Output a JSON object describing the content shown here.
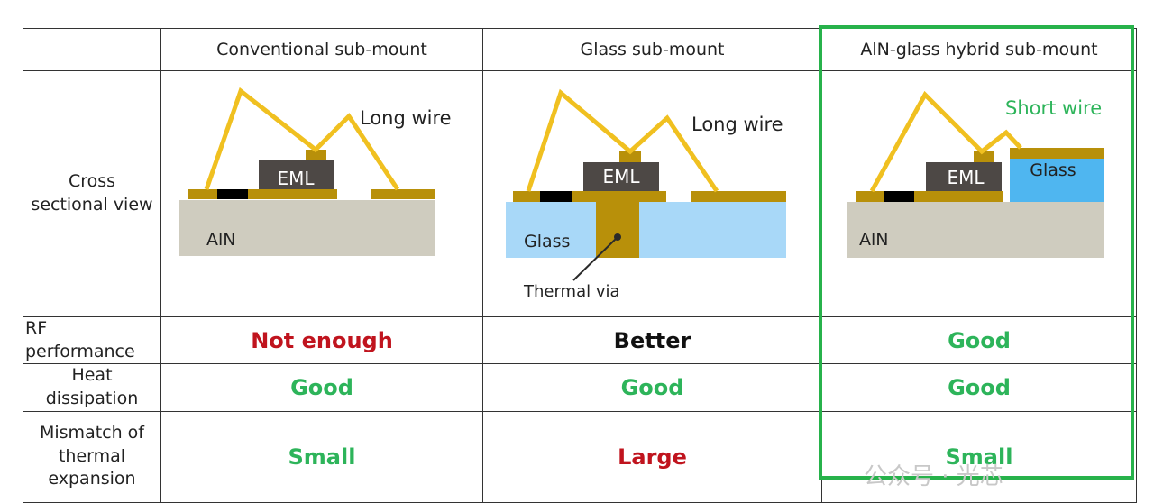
{
  "header": {
    "corner": "",
    "columns": [
      "Conventional sub-mount",
      "Glass sub-mount",
      "AlN-glass hybrid sub-mount"
    ]
  },
  "rows": {
    "cross_section_label": "Cross sectional view",
    "rf_label": "RF performance",
    "heat_label": "Heat dissipation",
    "mismatch_label": "Mismatch of thermal expansion"
  },
  "values": {
    "rf": [
      "Not enough",
      "Better",
      "Good"
    ],
    "heat": [
      "Good",
      "Good",
      "Good"
    ],
    "mismatch": [
      "Small",
      "Large",
      "Small"
    ]
  },
  "diagrams": {
    "conventional": {
      "wire_label": "Long wire",
      "chip_label": "EML",
      "substrate_label": "AlN"
    },
    "glass": {
      "wire_label": "Long wire",
      "chip_label": "EML",
      "substrate_label": "Glass",
      "via_label": "Thermal via"
    },
    "hybrid": {
      "wire_label": "Short wire",
      "chip_label": "EML",
      "glass_label": "Glass",
      "substrate_label": "AlN"
    }
  },
  "watermark": "公众号 · 光芯",
  "colors": {
    "good": "#2db45a",
    "bad": "#c0141e",
    "neutral": "#111111",
    "highlight": "#27b24b",
    "wire": "#f0c020",
    "gold": "#b8900a",
    "aln": "#cfccbf",
    "glass": "#a8d8f8",
    "glass_hybrid": "#4fb6f0",
    "eml": "#4d4845"
  }
}
